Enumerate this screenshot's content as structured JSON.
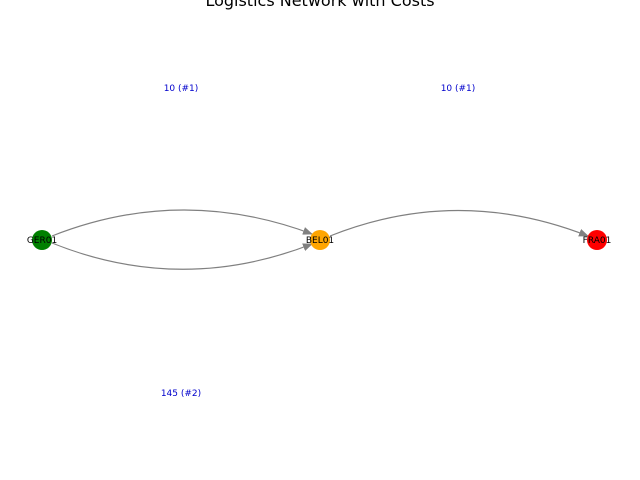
{
  "title": "Logistics Network with Costs",
  "nodes": [
    {
      "id": "GER01",
      "label": "GER01",
      "color": "#008000"
    },
    {
      "id": "BEL01",
      "label": "BEL01",
      "color": "#ffa500"
    },
    {
      "id": "FRA01",
      "label": "FRA01",
      "color": "#ff0000"
    }
  ],
  "edges": [
    {
      "from": "GER01",
      "to": "BEL01",
      "label": "10  (#1)"
    },
    {
      "from": "GER01",
      "to": "BEL01",
      "label": "145  (#2)"
    },
    {
      "from": "BEL01",
      "to": "FRA01",
      "label": "10  (#1)"
    }
  ],
  "colors": {
    "edge": "#808080",
    "edge_label": "#0000cc"
  }
}
